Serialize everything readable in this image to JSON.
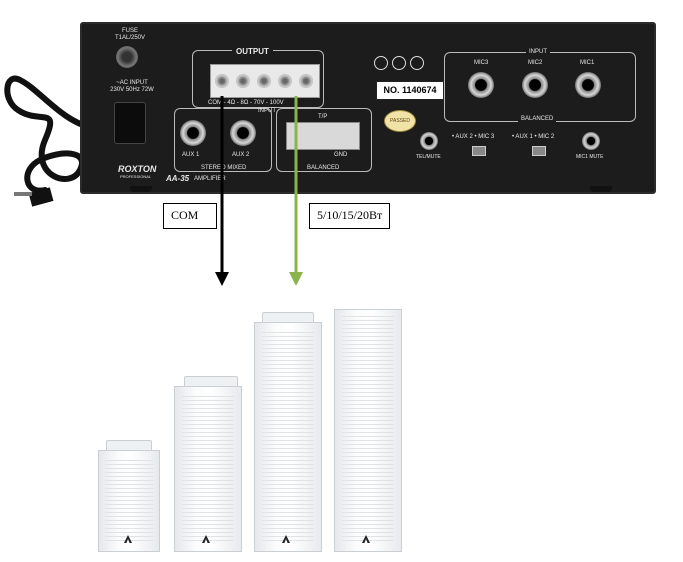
{
  "amplifier": {
    "fuse_label": "FUSE\nT1AL/250V",
    "ac_input_label": "~AC INPUT\n230V 50Hz 72W",
    "output_label": "OUTPUT",
    "terminal_label": "COM - 4Ω - 8Ω - 70V - 100V",
    "input_label": "INPUT",
    "aux1_label": "AUX 1",
    "aux2_label": "AUX 2",
    "stereo_mixed_label": "STEREO MIXED",
    "tp_label": "T/P",
    "gnd_label": "GND",
    "balanced_label": "BALANCED",
    "brand": "ROXTON",
    "brand_sub": "PROFESSIONAL",
    "model": "AA-35",
    "amplifier_word": "AMPLIFIER",
    "serial": "NO. 1140674",
    "passed_label": "PASSED",
    "mic_input_label": "INPUT",
    "mic3_label": "MIC3",
    "mic2_label": "MIC2",
    "mic1_label": "MIC1",
    "mic_balanced_label": "BALANCED",
    "switch1_label": "• AUX 2  • MIC 3",
    "switch2_label": "• AUX 1  • MIC 2",
    "telmute_label": "TEL/MUTE",
    "mic1mute_label": "MIC1 MUTE"
  },
  "callouts": {
    "com": "COM",
    "watts": "5/10/15/20Вт"
  },
  "colors": {
    "com_arrow": "#000000",
    "watts_arrow": "#8bb54a"
  }
}
